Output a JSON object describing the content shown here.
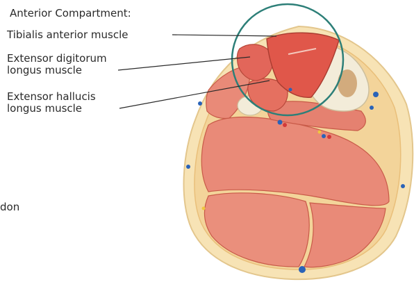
{
  "heading": "Anterior Compartment:",
  "labels": {
    "tibialis_anterior": "Tibialis anterior muscle",
    "extensor_digitorum_line1": "Extensor digitorum",
    "extensor_digitorum_line2": "longus muscle",
    "extensor_hallucis_line1": "Extensor hallucis",
    "extensor_hallucis_line2": "longus muscle",
    "cut_off_label": "don"
  },
  "colors": {
    "skin": "#f7e3b5",
    "fat": "#f3d49a",
    "muscle": "#e98a78",
    "muscle_dark": "#d96a58",
    "tibialis": "#e0574a",
    "bone": "#f3ecd9",
    "highlight_circle": "#2d7f78",
    "vessel_blue": "#2a63b8",
    "vessel_red": "#d23a3a",
    "leader_line": "#2a2a2a"
  }
}
